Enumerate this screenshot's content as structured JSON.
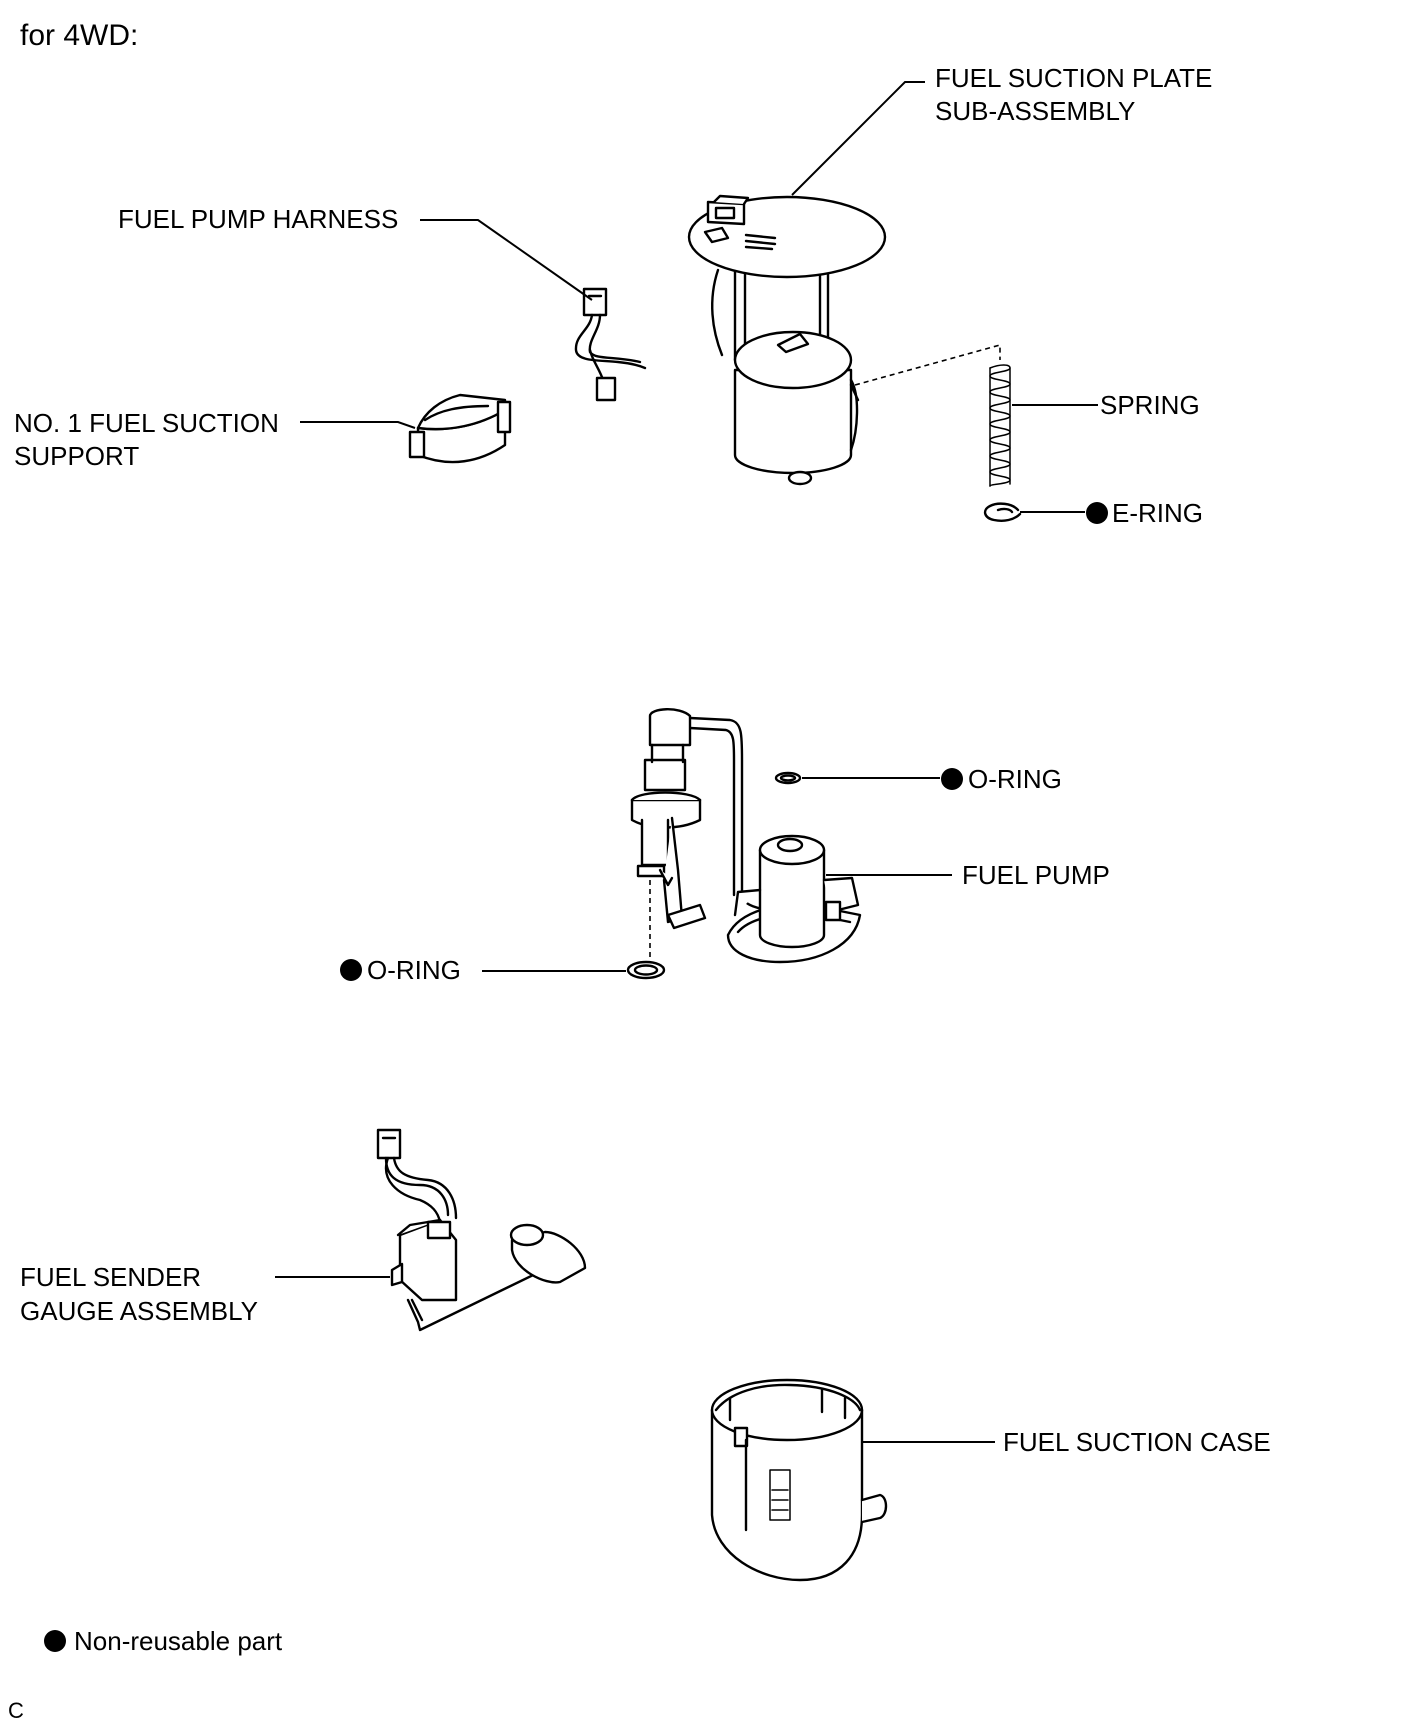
{
  "title": "for 4WD:",
  "labels": {
    "plate_l1": "FUEL SUCTION PLATE",
    "plate_l2": "SUB-ASSEMBLY",
    "harness": "FUEL PUMP HARNESS",
    "support_l1": "NO. 1 FUEL SUCTION",
    "support_l2": "SUPPORT",
    "spring": "SPRING",
    "ering": "E-RING",
    "oring_upper": "O-RING",
    "fuel_pump": "FUEL PUMP",
    "oring_lower": "O-RING",
    "sender_l1": "FUEL SENDER",
    "sender_l2": "GAUGE ASSEMBLY",
    "case": "FUEL SUCTION CASE"
  },
  "legend": {
    "text": "Non-reusable part"
  },
  "image_code": "C"
}
